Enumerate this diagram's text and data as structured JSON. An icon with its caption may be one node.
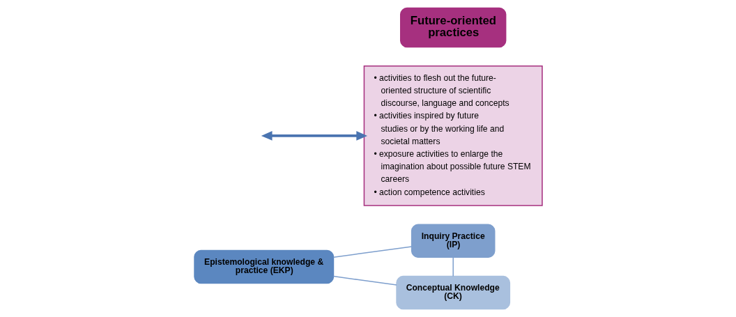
{
  "diagram": {
    "nodes": [
      {
        "text": [
          "Epistemological knowledge & practice (EKP)"
        ]
      },
      {
        "text": [
          "Conceptual Knowledge (CK)"
        ]
      },
      {
        "text": [
          "Inquiry Practice (IP)"
        ]
      },
      {
        "text": [
          "Future-oriented practices"
        ]
      },
      {
        "text": [
          "• activities to flesh out the future-oriented structure of scientific discourse, language and concepts",
          "• activities inspired by future studies or by the working life and societal matters",
          "• exposure activities to enlarge the imagination about possible future STEM careers",
          "• action competence activities"
        ]
      }
    ],
    "edges": [
      {
        "from": 0,
        "to": 2,
        "arrow": "none"
      },
      {
        "from": 2,
        "to": 1,
        "arrow": "none"
      },
      {
        "from": 1,
        "to": 0,
        "arrow": "none"
      },
      {
        "from": null,
        "to": 4,
        "arrow": "both",
        "style": "thick",
        "color": "#4a74b0"
      }
    ]
  }
}
